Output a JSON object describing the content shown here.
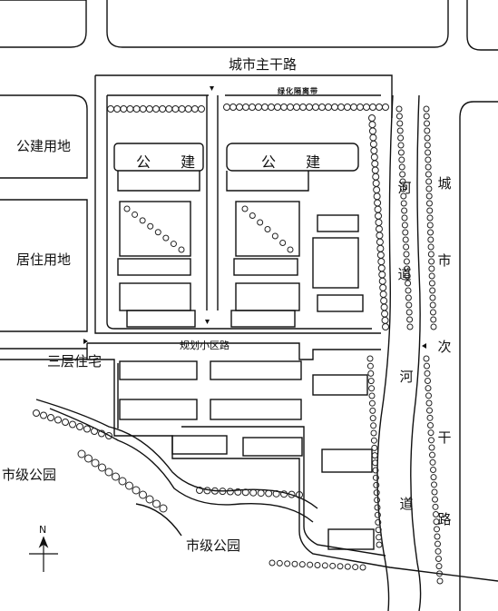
{
  "labels": {
    "main_road": "城市主干路",
    "public_land": "公建用地",
    "residential_land": "居住用地",
    "greenbelt": "绿化隔离带",
    "public_building_1": "公 建",
    "public_building_2": "公 建",
    "district_road": "规划小区路",
    "three_storey": "三层住宅",
    "city_park_left": "市级公园",
    "city_park_bottom": "市级公园",
    "north": "N"
  },
  "vertical_labels": {
    "river_upper": [
      "河",
      "道"
    ],
    "river_lower": [
      "河",
      "道"
    ],
    "secondary_road": [
      "城",
      "市",
      "次",
      "干",
      "路"
    ]
  },
  "colors": {
    "line": "#111111",
    "background": "#ffffff",
    "tree": "#222222"
  }
}
